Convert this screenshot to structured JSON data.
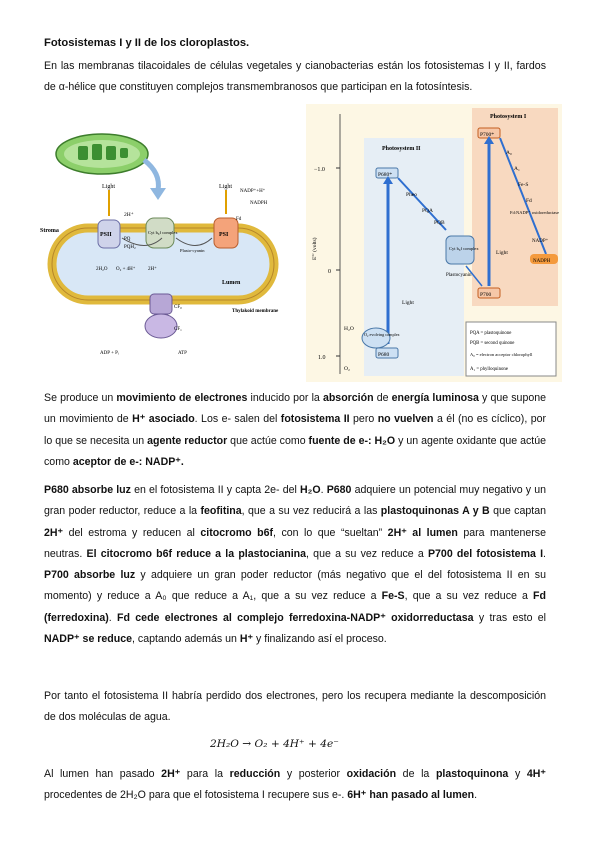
{
  "title": "Fotosistemas I y II de los cloroplastos.",
  "intro": "En las membranas tilacoidales de células vegetales y cianobacterias están los fotosistemas I y II, fardos de α-hélice que constituyen complejos transmembranosos que participan en la fotosíntesis.",
  "fig1": {
    "labels": {
      "light1": "Light",
      "light2": "Light",
      "stroma": "Stroma",
      "h_plus": "2H⁺",
      "psii": "PSII",
      "pq": "PQ",
      "pqh2": "PQH₂",
      "cytb6f": "Cyt b₆f complex",
      "plasto": "Plasto-cyanin",
      "psi": "PSI",
      "fd": "Fd",
      "nadp_h": "NADP⁺+H⁺",
      "nadph": "NADPH",
      "h2o": "2H₂O",
      "o2": "O₂ + 4H⁺",
      "h_plus2": "2H⁺",
      "lumen": "Lumen",
      "cfo": "CF₀",
      "cf1": "CF₁",
      "thylakoid": "Thylakoid membrane",
      "adp": "ADP + Pᵢ",
      "atp": "ATP"
    }
  },
  "fig2": {
    "labels": {
      "ps1_title": "Photosystem I",
      "ps2_title": "Photosystem II",
      "y_axis": "E°′ (volts)",
      "tick_neg1": "−1.0",
      "tick_0": "0",
      "tick_1": "1.0",
      "p700_star": "P700*",
      "a0": "A₀",
      "a1": "A₁",
      "fes": "Fe-S",
      "fd": "Fd",
      "fdnadp": "Fd:NADP⁺ oxidoreductase",
      "nadp": "NADP⁺",
      "nadph": "NADPH",
      "p680_star": "P680*",
      "pheo": "Pheo",
      "pqa": "PQA",
      "pqb": "PQB",
      "cyt": "Cyt b₆f complex",
      "plastocyanin": "Plastocyanin",
      "p700": "P700",
      "light_a": "Light",
      "light_b": "Light",
      "h2o": "H₂O",
      "o2_complex": "O₂ evolving complex",
      "p680": "P680",
      "o2": "O₂",
      "legend1": "PQA = plastoquinone",
      "legend2": "PQB = second quinone",
      "legend3": "A₀ = electron acceptor chlorophyll",
      "legend4": "A₁ = phylloquinone"
    }
  },
  "p1": {
    "a": "Se produce un ",
    "b": "movimiento de electrones",
    "c": " inducido por la ",
    "d": "absorción",
    "e": " de ",
    "f": "energía luminosa",
    "g": " y que supone un movimiento de ",
    "h": "H⁺ asociado",
    "i": ". Los e- salen del ",
    "j": "fotosistema II",
    "k": " pero ",
    "l": "no vuelven",
    "m": " a él (no es cíclico), por lo que se necesita un ",
    "n": "agente reductor",
    "o": " que actúe como ",
    "p": "fuente de e-",
    "q": ": H₂O",
    "r": " y un agente oxidante que actúe como ",
    "s": "aceptor de e-",
    "t": ": NADP⁺."
  },
  "p2": {
    "a": "P680 absorbe luz",
    "b": " en el fotosistema II y capta 2e- del ",
    "c": "H₂O",
    "d": ". ",
    "e": "P680",
    "f": " adquiere un potencial muy negativo y un gran poder reductor, reduce a la ",
    "g": "feofitina",
    "h": ", que a su vez reducirá a las ",
    "i": "plastoquinonas A y B",
    "j": " que captan ",
    "k": "2H⁺",
    "l": " del estroma y reducen al ",
    "m": "citocromo b6f",
    "n": ", con lo que “sueltan” ",
    "o": "2H⁺ al lumen",
    "p": " para mantenerse neutras. ",
    "q": "El citocromo b6f reduce a la plastocianina",
    "r": ", que a su vez reduce a ",
    "s": "P700 del fotosistema I",
    "t": ". ",
    "u": "P700 absorbe luz",
    "v": " y adquiere un gran poder reductor (más negativo que el del fotosistema II en su momento) y reduce a A₀ que reduce a A₁, que a su vez reduce a ",
    "w": "Fe-S",
    "x": ", que a su vez reduce a ",
    "y": "Fd (ferredoxina)",
    "z": ". ",
    "aa": "Fd cede electrones al complejo ferredoxina-NADP⁺ oxidorreductasa",
    "ab": " y tras esto el ",
    "ac": "NADP⁺ se reduce",
    "ad": ", captando además un ",
    "ae": "H⁺",
    "af": " y finalizando así el proceso."
  },
  "p3": "Por tanto el fotosistema II habría perdido dos electrones, pero los recupera mediante la descomposición de dos moléculas de agua.",
  "equation": "2H₂O → O₂ + 4H⁺ + 4e⁻",
  "p4": {
    "a": "Al lumen han pasado ",
    "b": "2H⁺",
    "c": " para la ",
    "d": "reducción",
    "e": " y posterior ",
    "f": "oxidación",
    "g": " de la ",
    "h": "plastoquinona",
    "i": " y ",
    "j": "4H⁺",
    "k": " procedentes de 2H₂O para que el fotosistema I recupere sus e-. ",
    "l": "6H⁺ han pasado al lumen",
    "m": "."
  }
}
